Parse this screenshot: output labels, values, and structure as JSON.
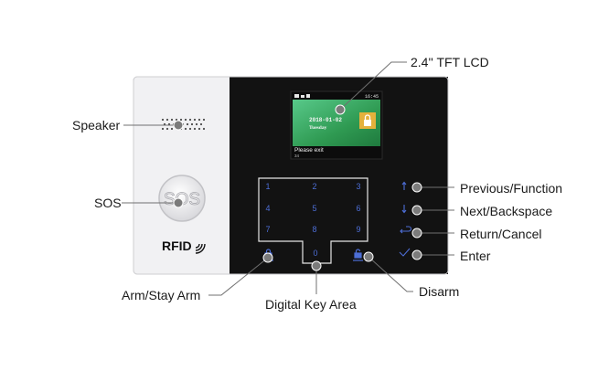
{
  "labels": {
    "tft_lcd": "2.4'' TFT LCD",
    "speaker": "Speaker",
    "sos": "SOS",
    "previous_function": "Previous/Function",
    "next_backspace": "Next/Backspace",
    "return_cancel": "Return/Cancel",
    "enter": "Enter",
    "arm_stay_arm": "Arm/Stay Arm",
    "digital_key_area": "Digital Key Area",
    "disarm": "Disarm"
  },
  "device": {
    "sos_button_text": "SOS",
    "rfid_text": "RFID",
    "keypad_digits": [
      "1",
      "2",
      "3",
      "4",
      "5",
      "6",
      "7",
      "8",
      "9",
      "0"
    ],
    "lcd": {
      "date": "2018-01-02",
      "weekday": "Tuesday",
      "time": "16:45",
      "message": "Please exit",
      "counter": "34"
    }
  },
  "colors": {
    "panel_left": "#f1f1f3",
    "panel_right": "#121212",
    "lcd_green": "#3fae62",
    "lock_badge": "#e4b13c",
    "line_color": "#707070"
  }
}
